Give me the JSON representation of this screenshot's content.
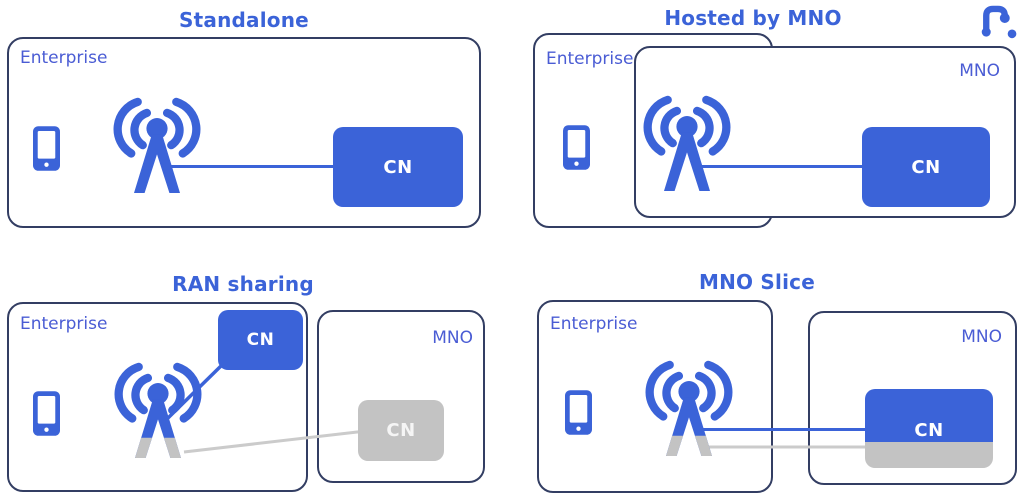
{
  "palette": {
    "primary_blue": "#3b63d8",
    "label_blue": "#4a5cd4",
    "border_navy": "#333e63",
    "shared_gray": "#c3c3c3",
    "gray_line": "#cbcbcb",
    "background": "#ffffff",
    "cn_text": "#ffffff"
  },
  "icons": {
    "phone": "smartphone-icon",
    "tower": "cell-tower-icon",
    "tower_shared": "cell-tower-icon-gray-feet",
    "logo": "brand-logo-icon"
  },
  "diagrams": [
    {
      "id": "standalone",
      "title": "Standalone",
      "enterprise_label": "Enterprise",
      "cn_label": "CN"
    },
    {
      "id": "hosted-by-mno",
      "title": "Hosted by MNO",
      "enterprise_label": "Enterprise",
      "mno_label": "MNO",
      "cn_label": "CN"
    },
    {
      "id": "ran-sharing",
      "title": "RAN sharing",
      "enterprise_label": "Enterprise",
      "mno_label": "MNO",
      "enterprise_cn_label": "CN",
      "mno_cn_label": "CN"
    },
    {
      "id": "mno-slice",
      "title": "MNO Slice",
      "enterprise_label": "Enterprise",
      "mno_label": "MNO",
      "cn_label": "CN"
    }
  ]
}
